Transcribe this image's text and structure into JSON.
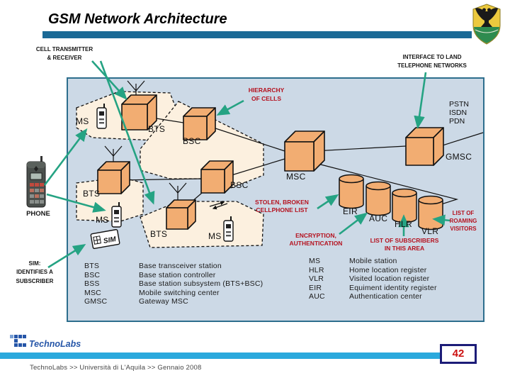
{
  "slide": {
    "title": "GSM Network Architecture"
  },
  "callouts": {
    "cell_transmitter": "CELL TRANSMITTER\n& RECEIVER",
    "interface_land": "INTERFACE TO LAND\nTELEPHONE NETWORKS",
    "hierarchy": "HIERARCHY\nOF CELLS",
    "phone": "PHONE",
    "sim": "SIM:\nIDENTIFIES A\nSUBSCRIBER",
    "stolen": "STOLEN, BROKEN\nCELLPHONE LIST",
    "encryption": "ENCRYPTION,\nAUTHENTICATION",
    "subscribers": "LIST OF SUBSCRIBERS\nIN THIS AREA",
    "roaming": "LIST OF\nROAMING\nVISITORS"
  },
  "diagram": {
    "nodes": {
      "ms": "MS",
      "bts": "BTS",
      "bsc": "BSC",
      "msc": "MSC",
      "gmsc": "GMSC",
      "eir": "EIR",
      "auc": "AUC",
      "hlr": "HLR",
      "vlr": "VLR",
      "sim_card": "SIM",
      "pstn_stack": "PSTN\nISDN\nPDN"
    }
  },
  "legend": {
    "left": [
      {
        "abbr": "BTS",
        "desc": "Base transceiver station"
      },
      {
        "abbr": "BSC",
        "desc": "Base station controller"
      },
      {
        "abbr": "BSS",
        "desc": "Base station subsystem (BTS+BSC)"
      },
      {
        "abbr": "MSC",
        "desc": "Mobile switching center"
      },
      {
        "abbr": "GMSC",
        "desc": "Gateway MSC"
      }
    ],
    "right": [
      {
        "abbr": "MS",
        "desc": "Mobile station"
      },
      {
        "abbr": "HLR",
        "desc": "Home location register"
      },
      {
        "abbr": "VLR",
        "desc": "Visited location register"
      },
      {
        "abbr": "EIR",
        "desc": "Equiment identity register"
      },
      {
        "abbr": "AUC",
        "desc": "Authentication center"
      }
    ]
  },
  "footer": {
    "brand": "TechnoLabs",
    "breadcrumb": "TechnoLabs  >> Università di L'Aquila >> Gennaio 2008",
    "page_number": "42"
  },
  "colors": {
    "top_bar": "#1b6a96",
    "footer_bar": "#2aa9dd",
    "annotation_red": "#b5121f",
    "arrow_green": "#25a383",
    "node_fill": "#f2ad72",
    "diagram_bg": "#ccd9e6",
    "cell_fill": "#fcf0df",
    "page_number_red": "#cc1111",
    "brand_blue": "#2656a8"
  }
}
